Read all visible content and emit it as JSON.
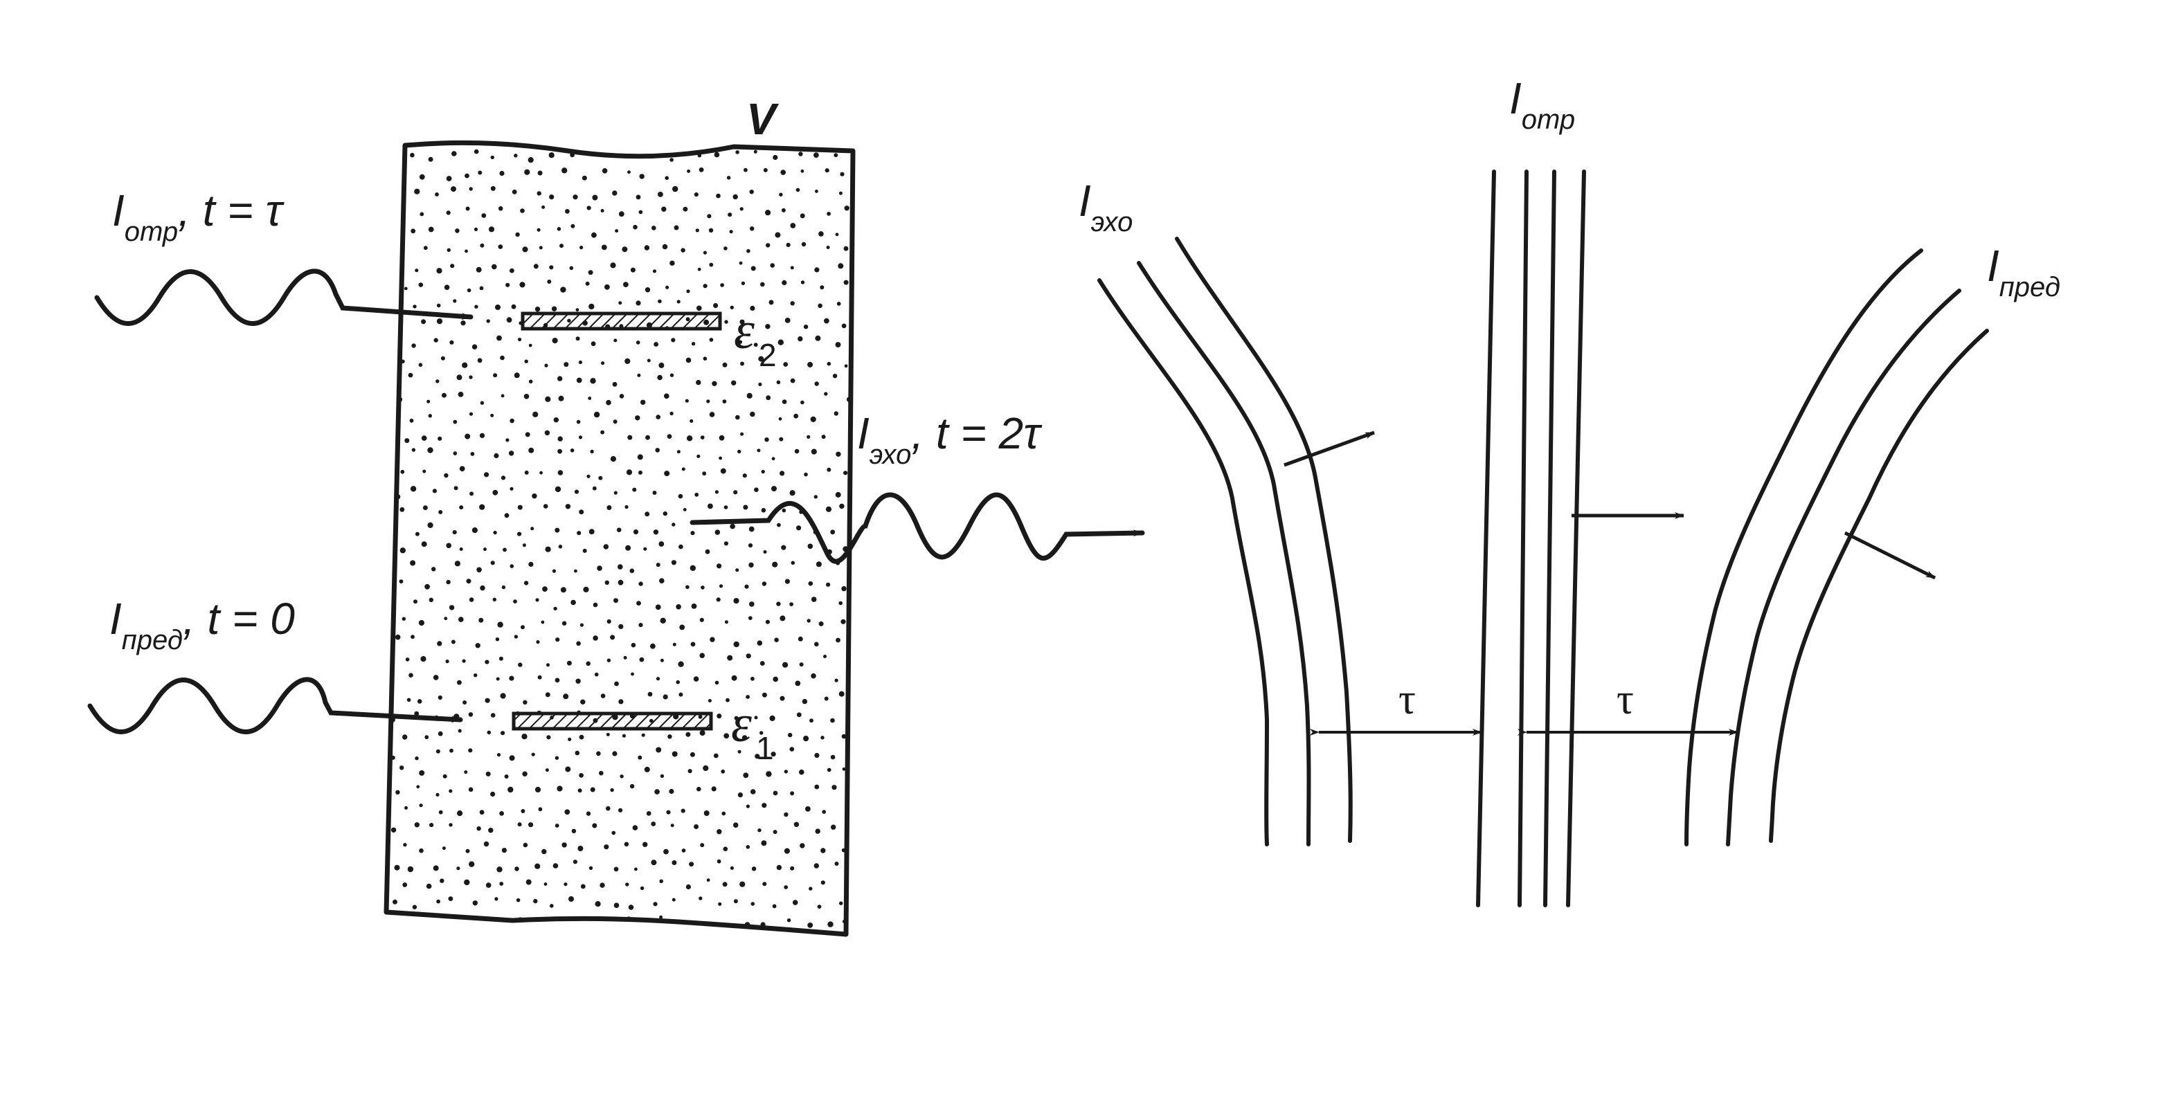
{
  "left_panel": {
    "volume_label": "V",
    "reference_label": {
      "symbol": "I",
      "subscript": "отр",
      "condition": ", t = τ"
    },
    "echo_label": {
      "symbol": "I",
      "subscript": "эхо",
      "condition": ", t = 2τ"
    },
    "preliminary_label": {
      "symbol": "I",
      "subscript": "пред",
      "condition": ", t = 0"
    },
    "grating_2": {
      "symbol": "ε",
      "index": "2"
    },
    "grating_1": {
      "symbol": "ε",
      "index": "1"
    }
  },
  "right_panel": {
    "echo_front_label": {
      "symbol": "I",
      "subscript": "эхо"
    },
    "reference_front_label": {
      "symbol": "I",
      "subscript": "отр"
    },
    "preliminary_front_label": {
      "symbol": "I",
      "subscript": "пред"
    },
    "gap_left": "τ",
    "gap_right": "τ"
  },
  "colors": {
    "ink": "#1a1a1a",
    "background": "#ffffff"
  }
}
